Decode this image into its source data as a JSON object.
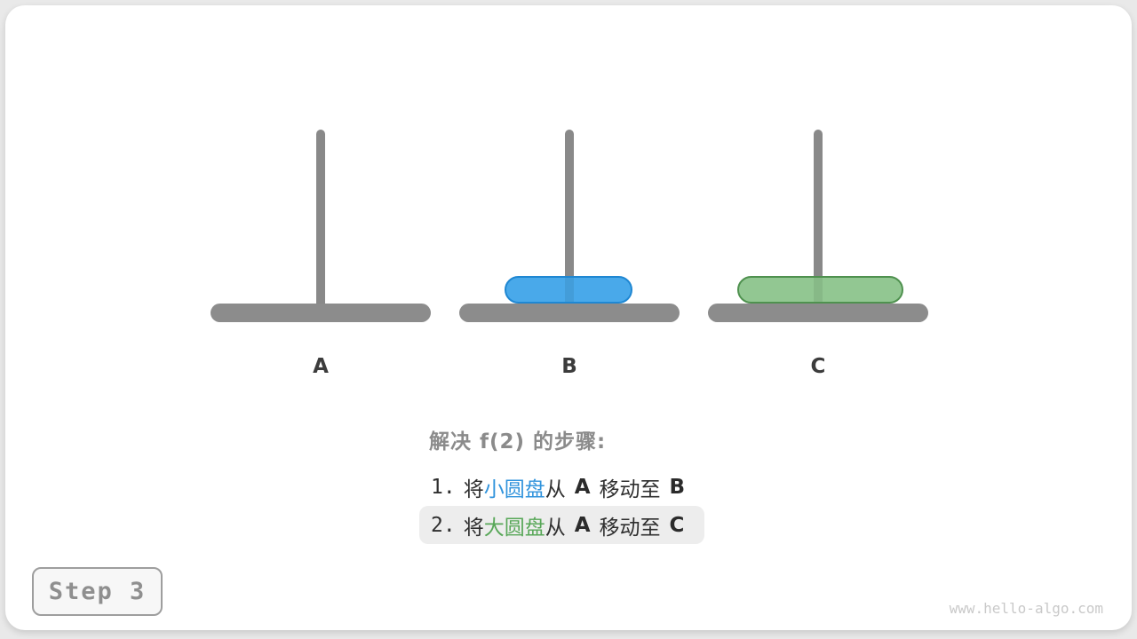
{
  "figure": {
    "step_badge": "Step 3",
    "watermark": "www.hello-algo.com"
  },
  "towers": [
    {
      "id": "A",
      "label": "A",
      "disks": []
    },
    {
      "id": "B",
      "label": "B",
      "disks": [
        "small"
      ]
    },
    {
      "id": "C",
      "label": "C",
      "disks": [
        "large"
      ]
    }
  ],
  "disks": {
    "small": {
      "name": "小圆盘",
      "on_tower": "B",
      "fill": "#49a9ea",
      "border": "#1f87d2"
    },
    "large": {
      "name": "大圆盘",
      "on_tower": "C",
      "fill": "#92c792",
      "border": "#4f914f"
    }
  },
  "caption": {
    "heading": "解决 f(2) 的步骤:",
    "steps": [
      {
        "num": "1.",
        "lead": "将",
        "disk": "小圆盘",
        "tail": "从",
        "from": "A",
        "verb": "移动至",
        "to": "B",
        "highlighted": false
      },
      {
        "num": "2.",
        "lead": "将",
        "disk": "大圆盘",
        "tail": "从",
        "from": "A",
        "verb": "移动至",
        "to": "C",
        "highlighted": true
      }
    ]
  },
  "colors": {
    "peg_gray": "#8c8c8c",
    "small_disk_text": "#3093dc",
    "large_disk_text": "#58a758",
    "heading_gray": "#8b8b8b",
    "body_text": "#2f2f2f",
    "highlight_bg": "#ededed",
    "badge_text": "#8f8f8f",
    "watermark_gray": "#c9c9c9",
    "card_bg": "#ffffff",
    "outer_bg": "#e9e9e9"
  }
}
